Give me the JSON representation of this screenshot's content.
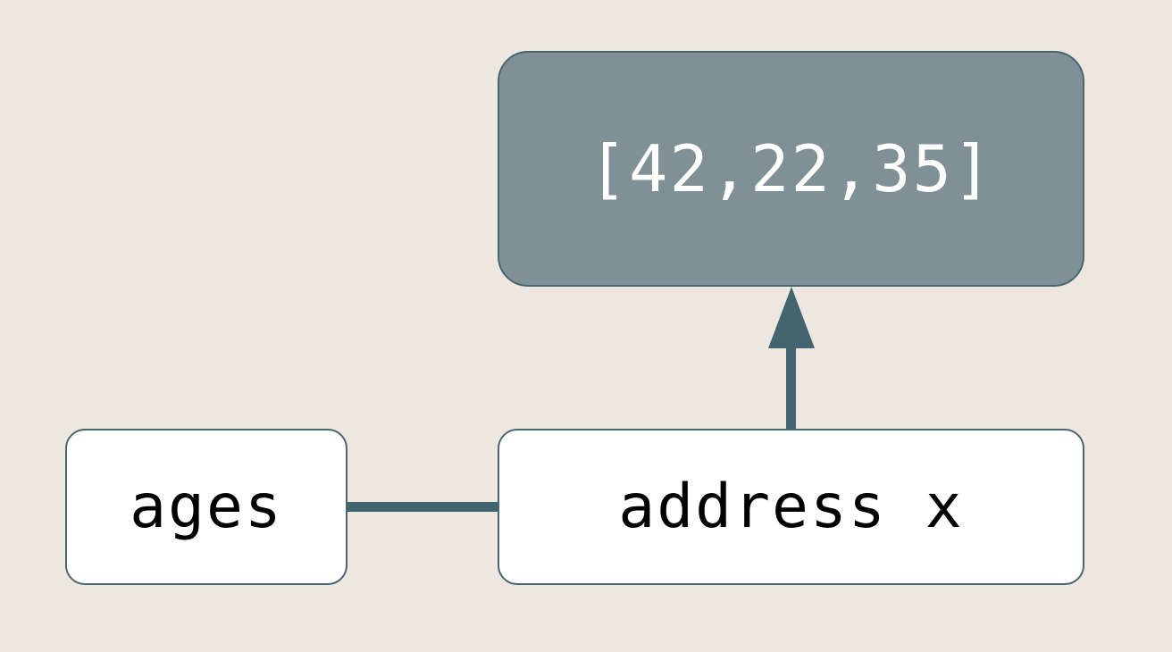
{
  "diagram": {
    "value_box": {
      "label": "[42,22,35]"
    },
    "variable_box": {
      "label": "ages"
    },
    "address_box": {
      "label": "address x"
    }
  },
  "colors": {
    "background": "#EEE7E0",
    "value_fill": "#7F9096",
    "box_fill": "#FFFFFF",
    "stroke": "#436570"
  }
}
